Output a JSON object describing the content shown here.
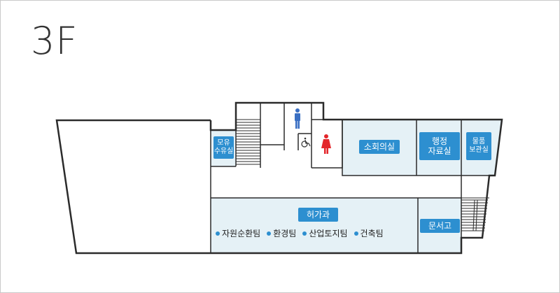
{
  "floor": {
    "title": "3F"
  },
  "colors": {
    "wall": "#2b2b2b",
    "room_fill": "#e5f1f6",
    "label_bg": "#2d8fd0",
    "label_text": "#ffffff",
    "male_icon": "#3a6fc3",
    "female_icon": "#e3262b",
    "frame_border": "#c9c9c9"
  },
  "rooms": {
    "nursing_room": {
      "label": "모유\n수유실"
    },
    "small_meeting_room": {
      "label": "소회의실"
    },
    "admin_archive": {
      "label": "행정\n자료실"
    },
    "supply_storage": {
      "label": "물품\n보관실"
    },
    "permit_division": {
      "label": "허가과"
    },
    "document_storage": {
      "label": "문서고"
    }
  },
  "teams": [
    {
      "label": "자원순환팀"
    },
    {
      "label": "환경팀"
    },
    {
      "label": "산업토지팀"
    },
    {
      "label": "건축팀"
    }
  ],
  "icons": {
    "male_restroom": "male-restroom-icon",
    "female_restroom": "female-restroom-icon",
    "accessible_restroom": "wheelchair-icon",
    "stairs_left": "stairs-icon",
    "stairs_right": "stairs-icon"
  }
}
